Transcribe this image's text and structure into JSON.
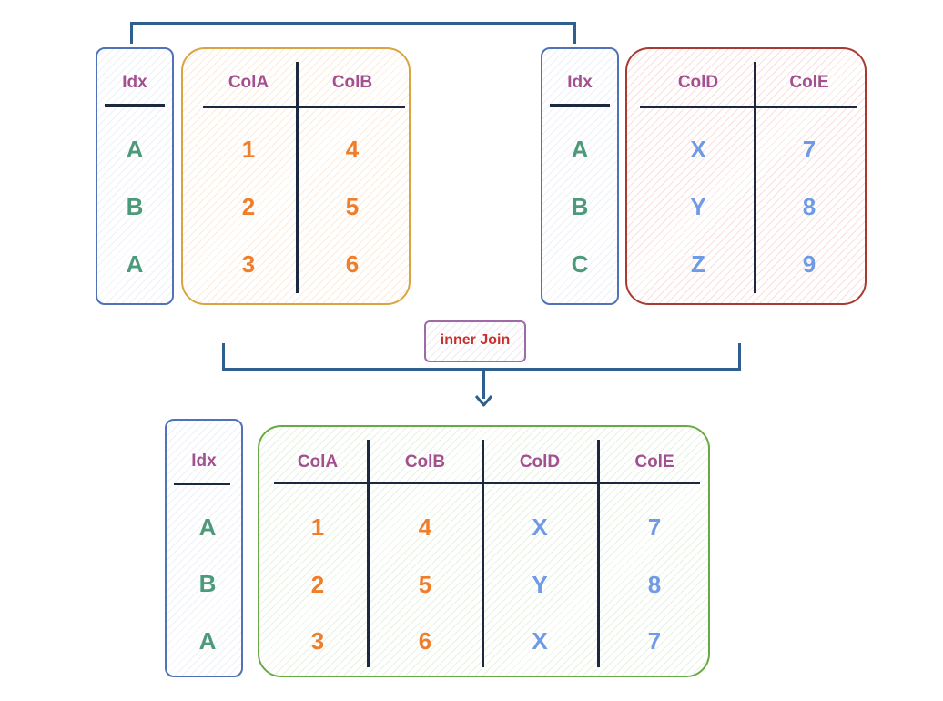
{
  "diagram": {
    "operation_label": "inner Join",
    "left_table": {
      "index_header": "Idx",
      "index": [
        "A",
        "B",
        "A"
      ],
      "columns": [
        "ColA",
        "ColB"
      ],
      "rows": [
        [
          "1",
          "4"
        ],
        [
          "2",
          "5"
        ],
        [
          "3",
          "6"
        ]
      ]
    },
    "right_table": {
      "index_header": "Idx",
      "index": [
        "A",
        "B",
        "C"
      ],
      "columns": [
        "ColD",
        "ColE"
      ],
      "rows": [
        [
          "X",
          "7"
        ],
        [
          "Y",
          "8"
        ],
        [
          "Z",
          "9"
        ]
      ]
    },
    "result_table": {
      "index_header": "Idx",
      "index": [
        "A",
        "B",
        "A"
      ],
      "columns": [
        "ColA",
        "ColB",
        "ColD",
        "ColE"
      ],
      "rows": [
        [
          "1",
          "4",
          "X",
          "7"
        ],
        [
          "2",
          "5",
          "Y",
          "8"
        ],
        [
          "3",
          "6",
          "X",
          "7"
        ]
      ]
    },
    "colors": {
      "header": "#a2508f",
      "index_values": "#4d9a7a",
      "numeric_left": "#ef7d2a",
      "right_values": "#6f9ae6",
      "join_label": "#c9302c",
      "connector": "#2e5f8e"
    }
  }
}
